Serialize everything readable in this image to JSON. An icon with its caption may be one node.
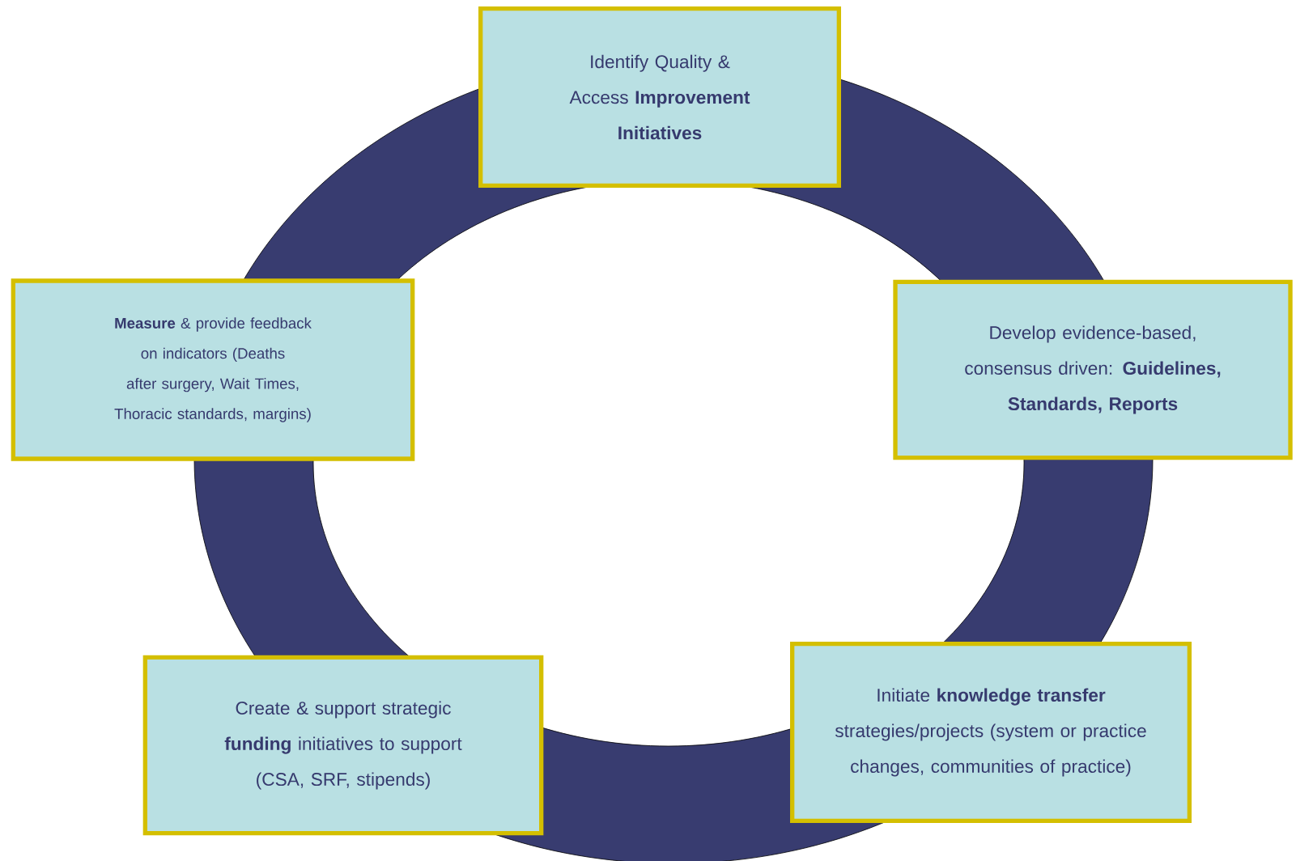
{
  "diagram": {
    "nodes": [
      {
        "text": [
          "Identify Quality & Access **Improvement Initiatives**"
        ]
      },
      {
        "text": [
          "**Measure** & provide feedback on indicators (Deaths after surgery, Wait Times, Thoracic standards, margins)"
        ]
      },
      {
        "text": [
          "Develop evidence-based, consensus driven: **Guidelines, Standards, Reports**"
        ]
      },
      {
        "text": [
          "Create & support strategic **funding** initiatives to support (CSA, SRF, stipends)"
        ]
      },
      {
        "text": [
          "Initiate **knowledge transfer** strategies/projects (system or practice changes, communities of practice)"
        ]
      }
    ]
  }
}
